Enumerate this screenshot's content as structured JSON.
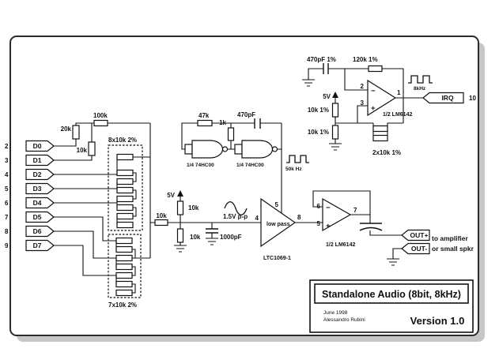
{
  "colors": {
    "ink": "#111111",
    "shadow": "#c6c6c6",
    "paper": "#ffffff"
  },
  "inputs": [
    {
      "pin": "2",
      "label": "D0"
    },
    {
      "pin": "3",
      "label": "D1"
    },
    {
      "pin": "4",
      "label": "D2"
    },
    {
      "pin": "5",
      "label": "D3"
    },
    {
      "pin": "6",
      "label": "D4"
    },
    {
      "pin": "7",
      "label": "D5"
    },
    {
      "pin": "8",
      "label": "D6"
    },
    {
      "pin": "9",
      "label": "D7"
    }
  ],
  "input_section": {
    "r_20k": "20k",
    "r_100k": "100k",
    "r_10k": "10k",
    "pack8": "8x10k 2%",
    "pack7": "7x10k 2%"
  },
  "bias": {
    "r_series": "10k",
    "r_up": "10k",
    "r_down": "10k",
    "vcc": "5V",
    "cap": "1000pF",
    "signal": "1.5V p-p"
  },
  "nand_osc": {
    "r_fb": "47k",
    "r_1k": "1k",
    "cap": "470pF",
    "gate1": "1/4 74HC00",
    "gate2": "1/4 74HC00",
    "freq": "50k Hz"
  },
  "lowpass": {
    "pin_in": "4",
    "pin_clk": "5",
    "pin_out": "8",
    "body": "low pass",
    "part": "LTC1069-1"
  },
  "out_amp": {
    "pin_minus": "6",
    "pin_plus": "5",
    "pin_out": "7",
    "minus": "−",
    "plus": "+",
    "part": "1/2 LM6142",
    "out_plus": "OUT+",
    "out_minus": "OUT-",
    "note_line1": "to amplifier",
    "note_line2": "or small spkr"
  },
  "irq_osc": {
    "cap": "470pF 1%",
    "r_fb": "120k 1%",
    "r_top": "10k 1%",
    "r_bottom": "10k 1%",
    "r_pair": "2x10k 1%",
    "vcc": "5V",
    "pin_minus": "2",
    "pin_plus": "3",
    "pin_out": "1",
    "minus": "−",
    "plus": "+",
    "part": "1/2 LM6142",
    "freq": "8kHz",
    "flag": "IRQ",
    "flag_pin": "10"
  },
  "title_block": {
    "title": "Standalone Audio (8bit, 8kHz)",
    "date": "June 1998",
    "author": "Alessandro Rubini",
    "version": "Version 1.0"
  }
}
